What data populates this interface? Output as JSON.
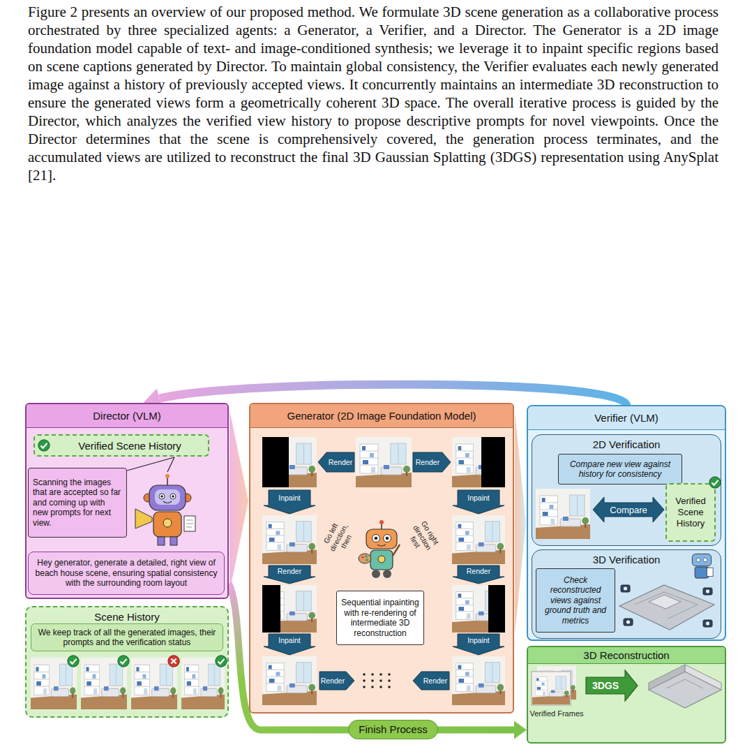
{
  "diagram": {
    "nodes": [
      {
        "text": [
          "Director (VLM)"
        ]
      },
      {
        "text": [
          "Verified Scene History"
        ],
        "in": 0
      },
      {
        "text": [
          "Scanning the images that are accepted so far and coming up with new prompts for next view."
        ],
        "in": 0
      },
      {
        "text": [
          "Hey generator, generate a detailed, right view of beach house scene, ensuring spatial consistency with the surrounding room layout"
        ],
        "in": 0
      },
      {
        "text": [
          "Scene History"
        ]
      },
      {
        "text": [
          "We keep track of all the generated images, their prompts and the verification status"
        ],
        "in": 4
      },
      {
        "text": [
          "Generator (2D Image Foundation Model)"
        ]
      },
      {
        "text": [
          "Sequential inpainting with re-rendering of intermediate 3D reconstruction"
        ],
        "in": 6
      },
      {
        "text": [
          "Verifier (VLM)"
        ]
      },
      {
        "text": [
          "2D Verification"
        ],
        "in": 8
      },
      {
        "text": [
          "Compare new view against history for consistency"
        ],
        "in": 9
      },
      {
        "text": [
          "Verified Scene History"
        ],
        "in": 9
      },
      {
        "text": [
          "3D Verification"
        ],
        "in": 8
      },
      {
        "text": [
          "Check reconstructed views against ground truth and metrics"
        ],
        "in": 12
      },
      {
        "text": [
          "3D Reconstruction"
        ]
      }
    ],
    "edges": [
      {
        "from": 0,
        "to": 6,
        "arrow": "to"
      },
      {
        "from": 6,
        "to": 8,
        "arrow": "to"
      },
      {
        "from": 8,
        "to": 0,
        "arrow": "to"
      },
      {
        "from": 0,
        "to": 14,
        "label": "Finish Process",
        "arrow": "to"
      }
    ],
    "labels": [
      "Figure 2 presents an overview of our proposed method. We formulate 3D scene generation as a collaborative process orchestrated by three specialized agents: a Generator, a Verifier, and a Director. The Generator is a 2D image foundation model capable of text- and image-conditioned synthesis; we leverage it to inpaint specific regions based on scene captions generated by Director. To maintain global consistency, the Verifier evaluates each newly generated image against a history of previously accepted views. It concurrently maintains an intermediate 3D reconstruction to ensure the generated views form a geometrically coherent 3D space. The overall iterative process is guided by the Director, which analyzes the verified view history to propose descriptive prompts for novel viewpoints. Once the Director determines that the scene is comprehensively covered, the generation process terminates, and the accumulated views are utilized to reconstruct the final 3D Gaussian Splatting (3DGS) representation using AnySplat [21].",
      "Render",
      "Render",
      "Inpaint",
      "Inpaint",
      "Go left direction, then",
      "Go right direction first",
      "Render",
      "Render",
      "Inpaint",
      "Inpaint",
      "Render",
      "Render",
      "Compare",
      "3DGS",
      "Verified Frames"
    ]
  }
}
